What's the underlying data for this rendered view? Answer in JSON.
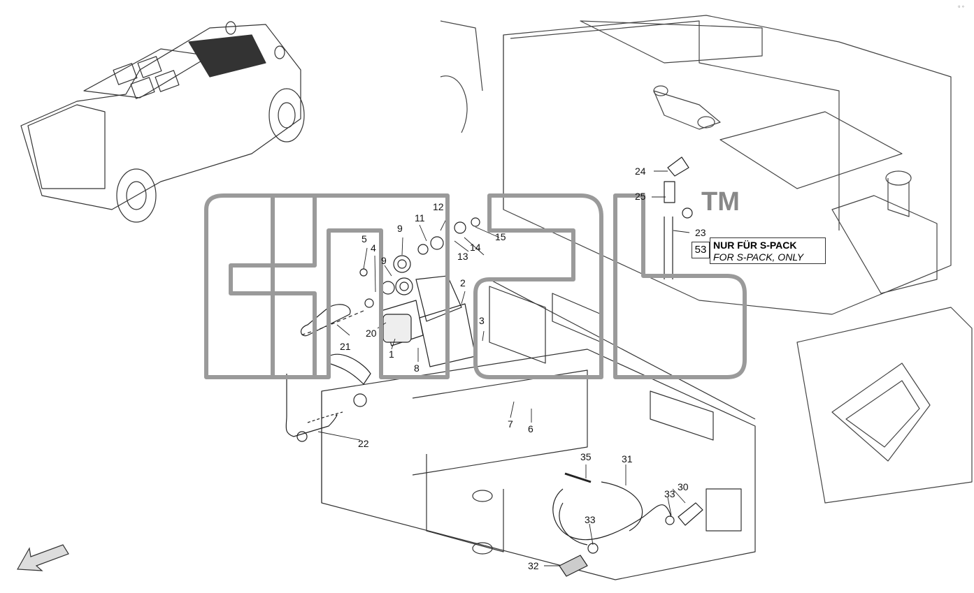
{
  "watermark": {
    "tm": "TM"
  },
  "note": {
    "number": "53",
    "line_de": "NUR FÜR  S-PACK",
    "line_en": "FOR S-PACK, ONLY"
  },
  "corner_mark": "▫ ◦",
  "callouts": {
    "c1": "1",
    "c2": "2",
    "c3": "3",
    "c4": "4",
    "c5": "5",
    "c6": "6",
    "c7": "7",
    "c8": "8",
    "c9a": "9",
    "c9b": "9",
    "c11": "11",
    "c12": "12",
    "c13": "13",
    "c14": "14",
    "c15": "15",
    "c20": "20",
    "c21": "21",
    "c22": "22",
    "c23": "23",
    "c24": "24",
    "c25": "25",
    "c30": "30",
    "c31": "31",
    "c32": "32",
    "c33a": "33",
    "c33b": "33",
    "c35": "35"
  },
  "colors": {
    "line": "#222222",
    "watermark": "#9a9a9a"
  }
}
